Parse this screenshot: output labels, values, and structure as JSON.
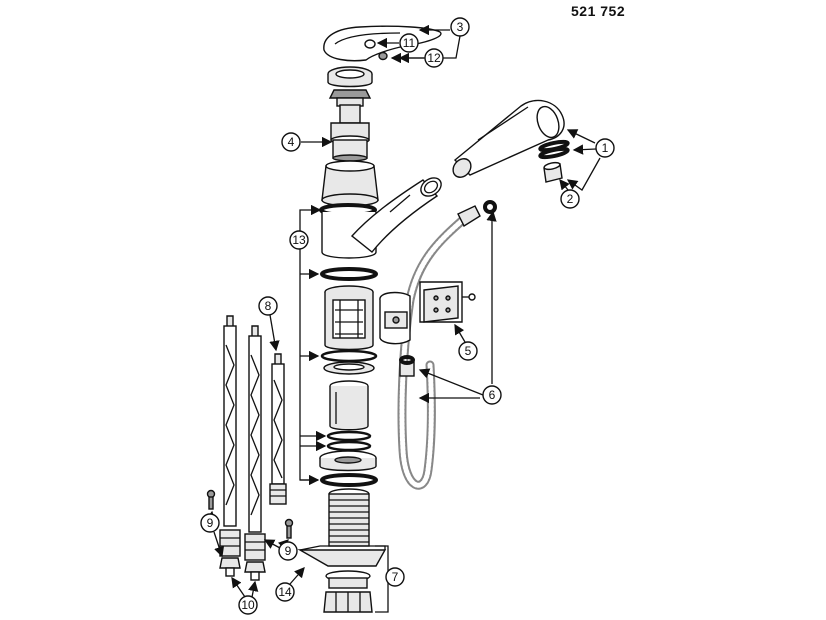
{
  "part_number": "521 752",
  "callouts": {
    "c1": "1",
    "c2": "2",
    "c3": "3",
    "c4": "4",
    "c5": "5",
    "c6": "6",
    "c7": "7",
    "c8": "8",
    "c9a": "9",
    "c9b": "9",
    "c10": "10",
    "c11": "11",
    "c12": "12",
    "c13": "13",
    "c14": "14"
  }
}
